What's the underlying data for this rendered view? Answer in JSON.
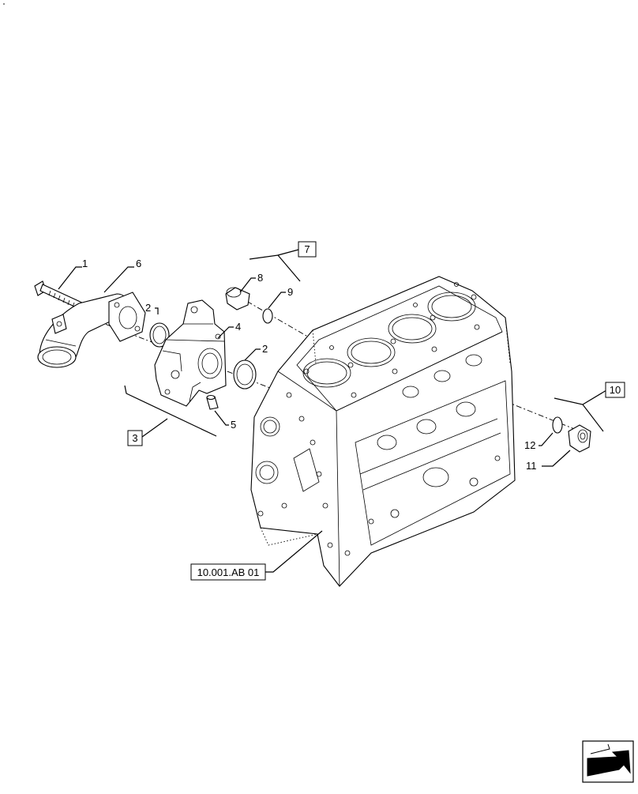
{
  "callouts": {
    "c1": "1",
    "c6": "6",
    "c2a": "2",
    "c4": "4",
    "c2b": "2",
    "c8": "8",
    "c9": "9",
    "c5": "5",
    "c12": "12",
    "c11": "11"
  },
  "boxed": {
    "b7": "7",
    "b3": "3",
    "b10": "10"
  },
  "reference": "10.001.AB 01",
  "nav_icon": "next-page-arrow-icon"
}
